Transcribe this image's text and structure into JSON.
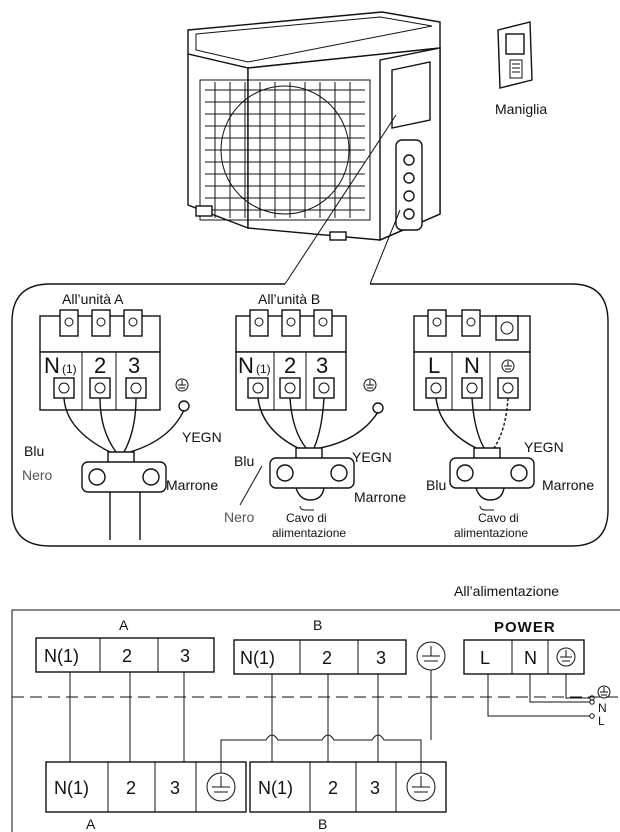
{
  "labels": {
    "maniglia": "Maniglia",
    "unit_a_title": "All’unità A",
    "unit_b_title": "All’unità B",
    "blu": "Blu",
    "nero": "Nero",
    "marrone": "Marrone",
    "yegn": "YEGN",
    "cavo_line1": "Cavo di",
    "cavo_line2": "alimentazione",
    "all_alimentazione": "All’alimentazione",
    "power": "POWER",
    "block_a": "A",
    "block_b": "B"
  },
  "terminals": {
    "n1_prefix": "N",
    "n1_suffix": "(1)",
    "n1": "N(1)",
    "t2": "2",
    "t3": "3",
    "L": "L",
    "N": "N"
  }
}
